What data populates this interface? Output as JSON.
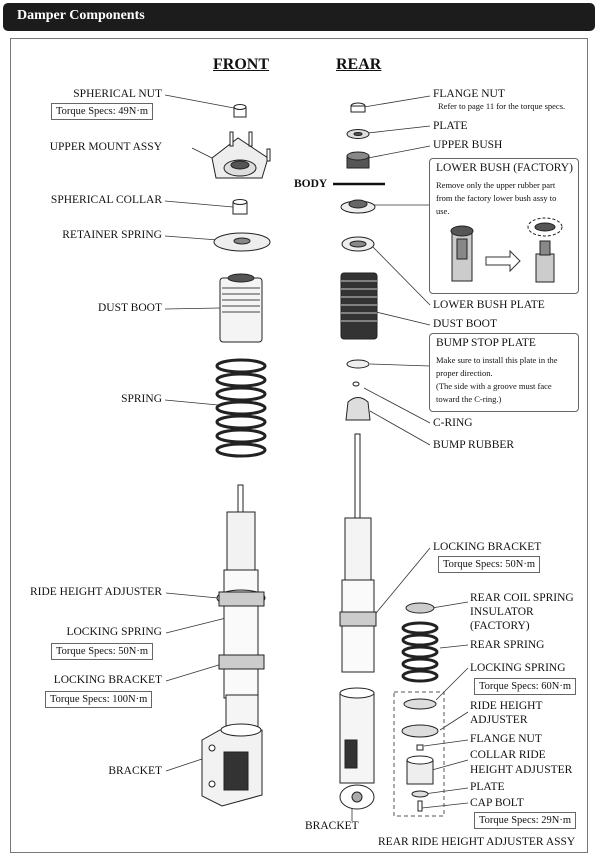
{
  "header": {
    "title": "Damper Components"
  },
  "columns": {
    "front": "FRONT",
    "rear": "REAR"
  },
  "body_label": "BODY",
  "front_labels": {
    "spherical_nut": "SPHERICAL NUT",
    "upper_mount": "UPPER MOUNT ASSY",
    "spherical_collar": "SPHERICAL COLLAR",
    "retainer_spring": "RETAINER SPRING",
    "dust_boot": "DUST BOOT",
    "spring": "SPRING",
    "ride_height_adjuster": "RIDE HEIGHT ADJUSTER",
    "locking_spring": "LOCKING SPRING",
    "locking_bracket": "LOCKING BRACKET",
    "bracket": "BRACKET"
  },
  "front_specs": {
    "spherical_nut": "Torque Specs: 49N·m",
    "locking_spring": "Torque Specs: 50N·m",
    "locking_bracket": "Torque Specs: 100N·m"
  },
  "rear_labels": {
    "flange_nut": "FLANGE NUT",
    "flange_nut_note": "Refer to page 11 for the torque specs.",
    "plate": "PLATE",
    "upper_bush": "UPPER BUSH",
    "lower_bush_plate": "LOWER BUSH PLATE",
    "dust_boot": "DUST BOOT",
    "c_ring": "C-RING",
    "bump_rubber": "BUMP RUBBER",
    "locking_bracket": "LOCKING BRACKET",
    "bracket": "BRACKET"
  },
  "rear_specs": {
    "locking_bracket": "Torque Specs: 50N·m"
  },
  "lower_bush_callout": {
    "title": "LOWER BUSH (FACTORY)",
    "body": [
      "Remove only the upper rubber part",
      "from the factory lower bush assy to",
      "use."
    ]
  },
  "bump_stop_callout": {
    "title": "BUMP STOP PLATE",
    "body": [
      "Make sure to install this plate in the",
      "proper direction.",
      "(The side with a groove must face",
      "toward the C-ring.)"
    ]
  },
  "rear_assy": {
    "coil_insulator": [
      "REAR COIL SPRING",
      "INSULATOR",
      "(FACTORY)"
    ],
    "rear_spring": "REAR SPRING",
    "locking_spring": "LOCKING SPRING",
    "locking_spring_spec": "Torque Specs: 60N·m",
    "ride_height_adjuster": [
      "RIDE HEIGHT",
      "ADJUSTER"
    ],
    "flange_nut": "FLANGE NUT",
    "collar": [
      "COLLAR RIDE",
      "HEIGHT ADJUSTER"
    ],
    "plate": "PLATE",
    "cap_bolt": "CAP BOLT",
    "cap_bolt_spec": "Torque Specs: 29N·m",
    "assy_title": "REAR RIDE HEIGHT ADJUSTER ASSY"
  }
}
